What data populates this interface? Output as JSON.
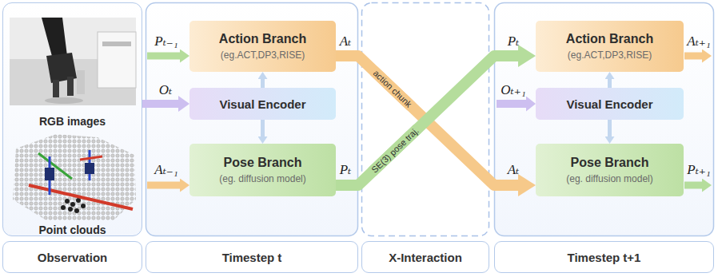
{
  "diagram": {
    "nodes": [
      {
        "text": [
          "RGB images",
          "Point clouds"
        ]
      },
      {
        "text": [
          "Action Branch",
          "(eg.ACT,DP3,RISE)"
        ]
      },
      {
        "text": [
          "Visual Encoder"
        ]
      },
      {
        "text": [
          "Pose Branch",
          "(eg. diffusion model)"
        ]
      },
      {
        "text": [
          "Action Branch",
          "(eg.ACT,DP3,RISE)"
        ]
      },
      {
        "text": [
          "Visual Encoder"
        ]
      },
      {
        "text": [
          "Pose Branch",
          "(eg. diffusion model)"
        ]
      },
      {
        "text": [
          "Observation"
        ]
      },
      {
        "text": [
          "Timestep t"
        ]
      },
      {
        "text": [
          "X-Interaction"
        ]
      },
      {
        "text": [
          "Timestep t+1"
        ]
      }
    ],
    "edges": [
      {
        "from": 0,
        "to": 2,
        "label": "Oₜ",
        "arrow": "to"
      },
      {
        "from": 2,
        "to": 1,
        "arrow": "to"
      },
      {
        "from": 2,
        "to": 3,
        "arrow": "to"
      },
      {
        "from": 1,
        "to": 6,
        "label": "action chunk",
        "arrow": "to"
      },
      {
        "from": 3,
        "to": 4,
        "label": "SE(3) pose traj.",
        "arrow": "to"
      },
      {
        "from": 5,
        "to": 4,
        "arrow": "to"
      },
      {
        "from": 5,
        "to": 6,
        "arrow": "to"
      }
    ],
    "labels": [
      "Pₜ₋₁",
      "Aₜ",
      "Aₜ₋₁",
      "Pₜ",
      "Pₜ",
      "Oₜ₊₁",
      "Aₜ",
      "Aₜ₊₁",
      "Pₜ₊₁"
    ]
  }
}
